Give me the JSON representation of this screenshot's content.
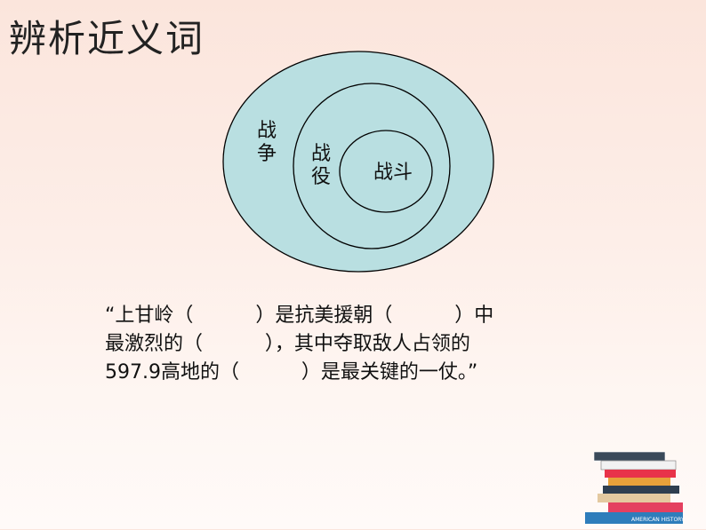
{
  "slide": {
    "title": "辨析近义词",
    "diagram": {
      "outer_label": [
        "战",
        "争"
      ],
      "middle_label": [
        "战",
        "役"
      ],
      "inner_label": "战斗",
      "colors": {
        "fill": "#b9dfe1",
        "stroke": "#000000"
      }
    },
    "quote_lines": [
      "“上甘岭（          ）是抗美援朝（          ）中",
      "最激烈的（          ），其中夺取敌人占领的",
      "597.9高地的（          ）是最关键的一仗。”"
    ],
    "decoration": {
      "icon": "book-stack-icon",
      "book_spines": [
        "",
        "",
        "",
        "",
        "AMERICAN HISTORY"
      ]
    }
  }
}
